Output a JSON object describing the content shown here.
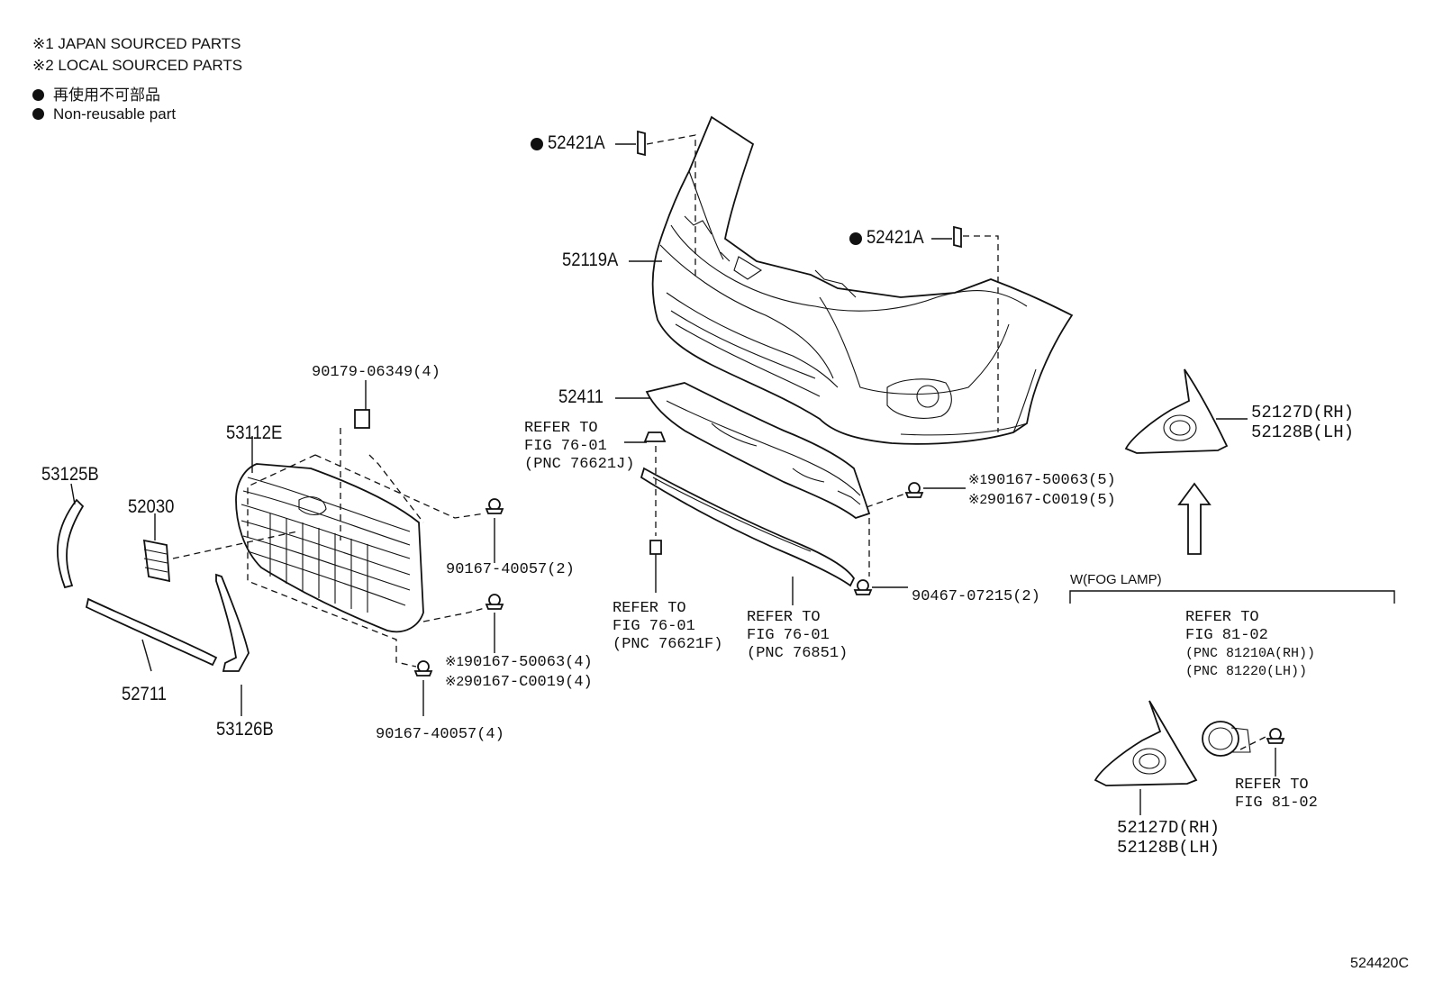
{
  "legend": {
    "line1": "※1 JAPAN SOURCED PARTS",
    "line2": "※2 LOCAL SOURCED PARTS",
    "line3": "再使用不可部品",
    "line4": "Non-reusable part"
  },
  "parts": {
    "p52421A_top": "52421A",
    "p52421A_right": "52421A",
    "p52119A": "52119A",
    "p52411": "52411",
    "p90179": "90179-06349(4)",
    "p53112E": "53112E",
    "p53125B": "53125B",
    "p52030": "52030",
    "p90167_40057_2": "90167-40057(2)",
    "p90167_50063_4": "90167-50063(4)",
    "p90167_C0019_4": "90167-C0019(4)",
    "p90167_40057_4": "90167-40057(4)",
    "p52711": "52711",
    "p53126B": "53126B",
    "p90167_50063_5": "90167-50063(5)",
    "p90167_C0019_5": "90167-C0019(5)",
    "p90467": "90467-07215(2)",
    "p52127D_top": "52127D(RH)",
    "p52128B_top": "52128B(LH)",
    "p52127D_bot": "52127D(RH)",
    "p52128B_bot": "52128B(LH)"
  },
  "marks": {
    "m1": "※1",
    "m2": "※2"
  },
  "refs": {
    "r1_l1": "REFER TO",
    "r1_l2": "FIG 76-01",
    "r1_l3": "(PNC 76621J)",
    "r2_l1": "REFER TO",
    "r2_l2": "FIG 76-01",
    "r2_l3": "(PNC 76621F)",
    "r3_l1": "REFER TO",
    "r3_l2": "FIG 76-01",
    "r3_l3": "(PNC 76851)",
    "r4_l1": "REFER TO",
    "r4_l2": "FIG 81-02",
    "r4_l3": "(PNC 81210A(RH))",
    "r4_l4": "(PNC 81220(LH))",
    "r5_l1": "REFER TO",
    "r5_l2": "FIG 81-02"
  },
  "fog_lamp_label": "W(FOG LAMP)",
  "figure_id": "524420C"
}
